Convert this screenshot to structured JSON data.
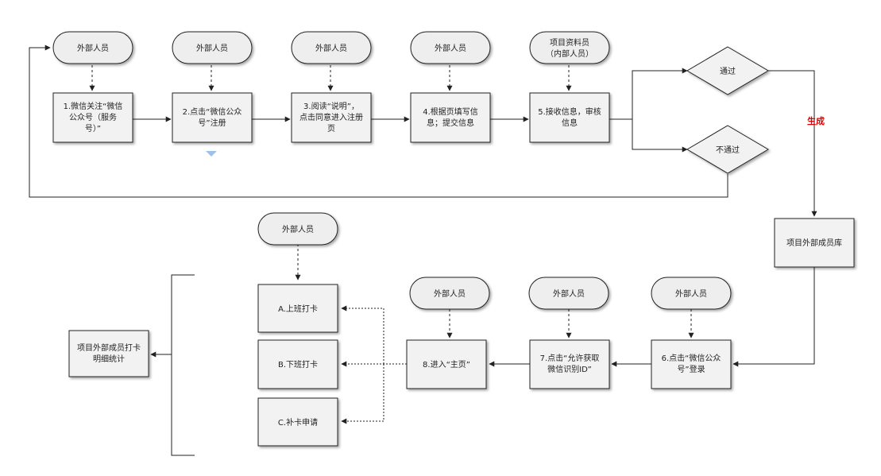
{
  "actors": {
    "a1": "外部人员",
    "a2": "外部人员",
    "a3": "外部人员",
    "a4": "外部人员",
    "a5_line1": "项目资料员",
    "a5_line2": "（内部人员）",
    "b1": "外部人员",
    "b2": "外部人员",
    "b3": "外部人员",
    "b4": "外部人员"
  },
  "steps": {
    "s1_l1": "1.微信关注“微信",
    "s1_l2": "公众号（服务",
    "s1_l3": "号）”",
    "s2_l1": "2.点击“微信公众",
    "s2_l2": "号”注册",
    "s3_l1": "3.阅读“说明”，",
    "s3_l2": "点击同意进入注册",
    "s3_l3": "页",
    "s4_l1": "4.根据页填写信",
    "s4_l2": "息；提交信息",
    "s5_l1": "5.接收信息，审核",
    "s5_l2": "信息",
    "s6_l1": "6.点击“微信公众",
    "s6_l2": "号”登录",
    "s7_l1": "7.点击“允许获取",
    "s7_l2": "微信识别ID”",
    "s8": "8.进入“主页”",
    "library": "项目外部成员库",
    "a_clock_in": "A.上班打卡",
    "b_clock_out": "B.下班打卡",
    "c_apply": "C.补卡申请",
    "stats_l1": "项目外部成员打卡",
    "stats_l2": "明细统计"
  },
  "decisions": {
    "pass": "通过",
    "fail": "不通过"
  },
  "generate_label": "生成",
  "colors": {
    "stadium_fill": "#eeeeee",
    "box_fill": "#f2f2f2",
    "stroke": "#222222",
    "generate_text": "#e00000",
    "marker": "#9cc3e6"
  }
}
